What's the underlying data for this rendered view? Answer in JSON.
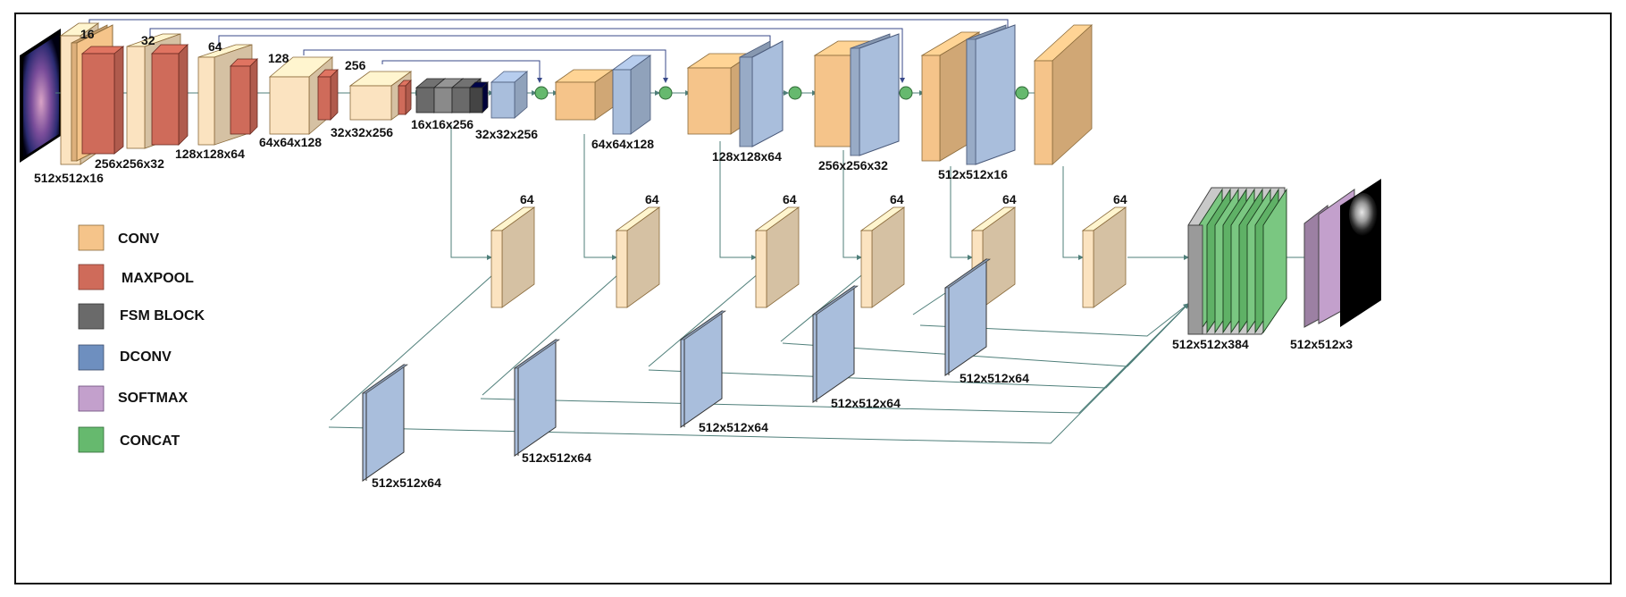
{
  "colors": {
    "conv": "#f5c48a",
    "conv_light": "#fbe3c0",
    "maxpool": "#cf6b5a",
    "fsm": "#6a6a6a",
    "dconv": "#a9bedc",
    "softmax": "#c3a0cc",
    "concat": "#66b96e",
    "flow": "#4f7f7a",
    "skip": "#3a4a8a"
  },
  "legend": [
    {
      "label": "CONV",
      "color": "#f5c48a"
    },
    {
      "label": "MAXPOOL",
      "color": "#cf6b5a"
    },
    {
      "label": "FSM BLOCK",
      "color": "#6a6a6a"
    },
    {
      "label": "DCONV",
      "color": "#6e8fbf"
    },
    {
      "label": "SOFTMAX",
      "color": "#c3a0cc"
    },
    {
      "label": "CONCAT",
      "color": "#66b96e"
    }
  ],
  "encoder": {
    "channels": [
      "16",
      "32",
      "64",
      "128",
      "256"
    ],
    "sizes": [
      "512x512x16",
      "256x256x32",
      "128x128x64",
      "64x64x128",
      "32x32x256"
    ],
    "bottleneck": "16x16x256"
  },
  "decoder": {
    "sizes": [
      "32x32x256",
      "64x64x128",
      "128x128x64",
      "256x256x32",
      "512x512x16"
    ]
  },
  "branch": {
    "channels": [
      "64",
      "64",
      "64",
      "64",
      "64",
      "64"
    ],
    "dconv_sizes": [
      "512x512x64",
      "512x512x64",
      "512x512x64",
      "512x512x64",
      "512x512x64"
    ]
  },
  "output": {
    "concat_size": "512x512x384",
    "softmax_size": "512x512x3"
  }
}
